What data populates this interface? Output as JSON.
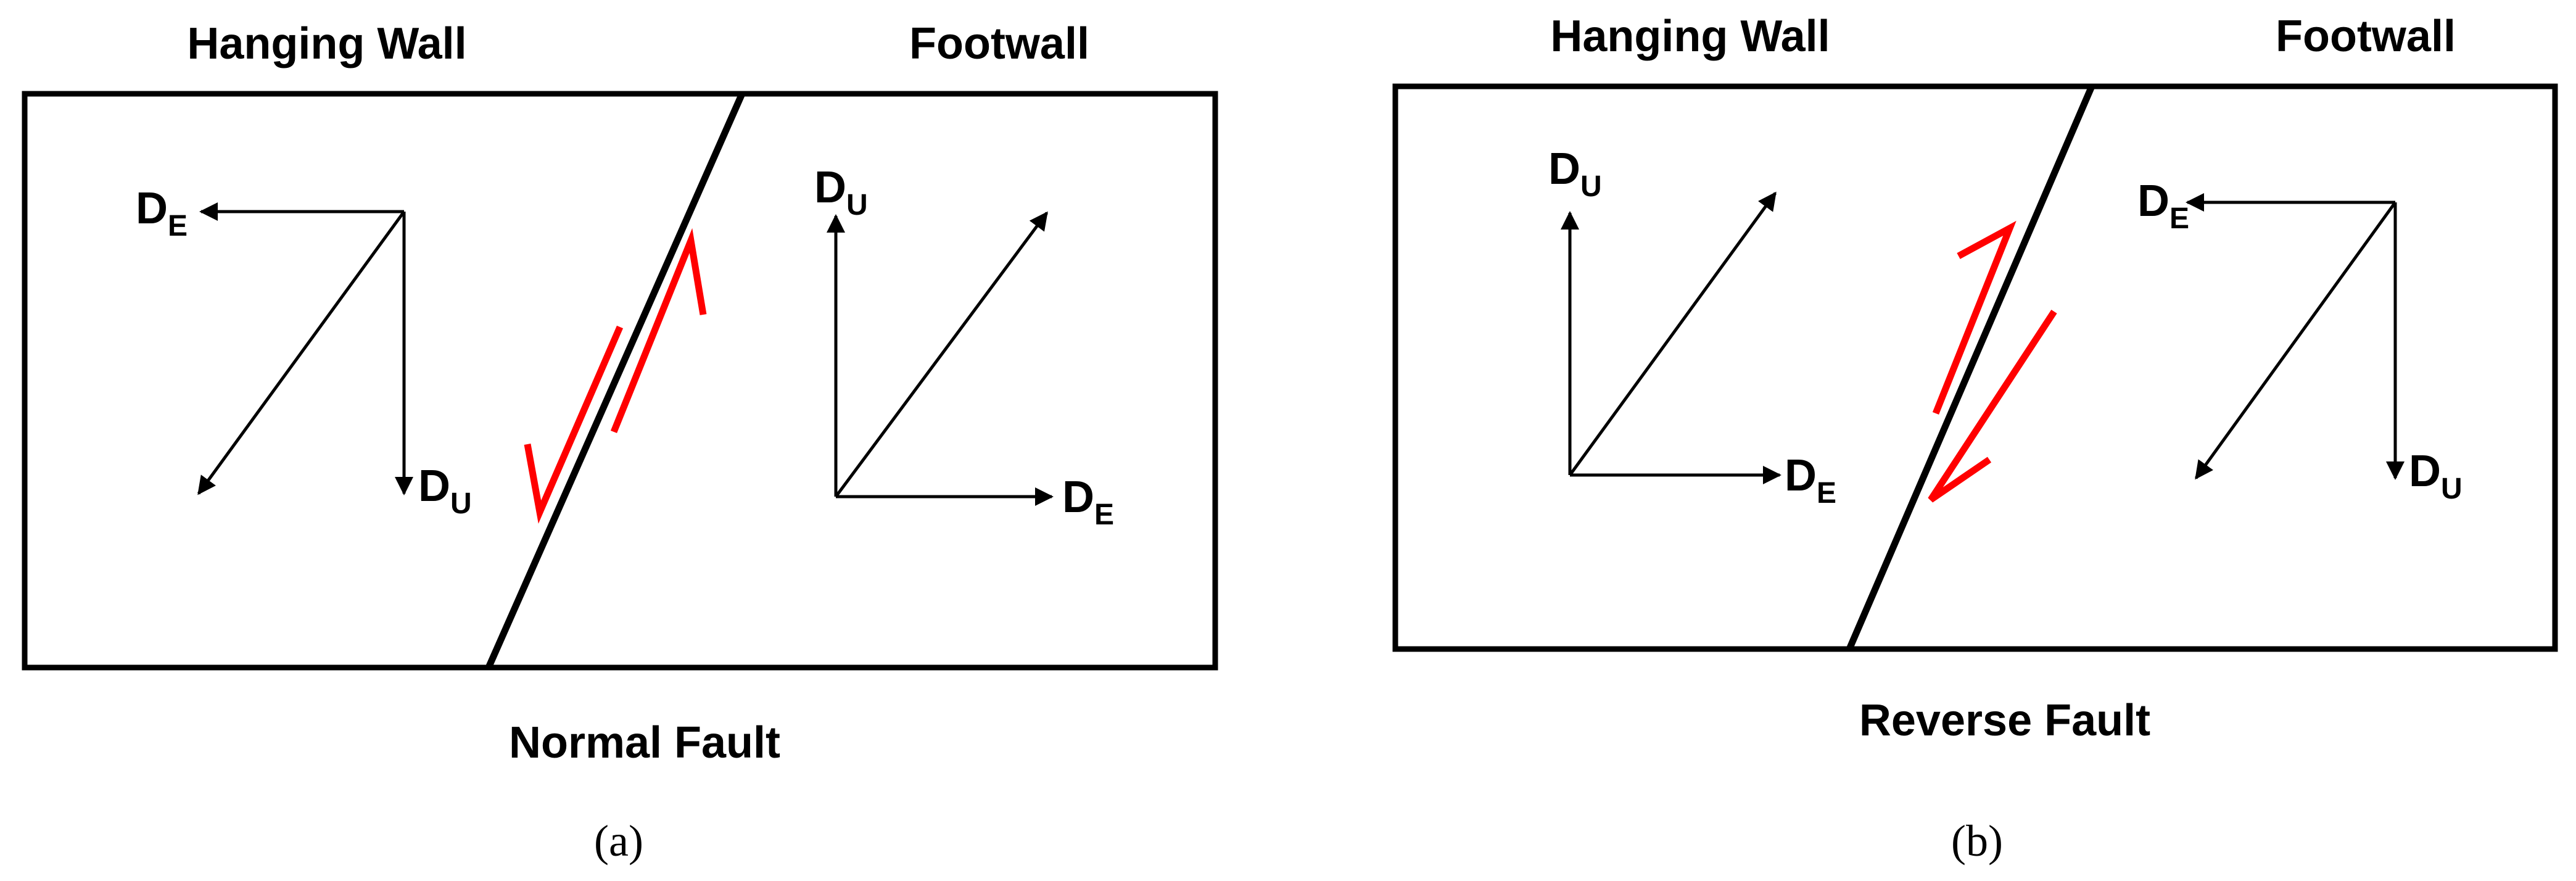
{
  "panels": [
    {
      "id": "a",
      "hanging_wall": "Hanging Wall",
      "footwall": "Footwall",
      "fault_type": "Normal Fault",
      "caption": "(a)",
      "axes": {
        "hanging_wall": {
          "horizontal": {
            "main": "D",
            "sub": "E"
          },
          "vertical": {
            "main": "D",
            "sub": "U"
          }
        },
        "footwall": {
          "horizontal": {
            "main": "D",
            "sub": "E"
          },
          "vertical": {
            "main": "D",
            "sub": "U"
          }
        }
      }
    },
    {
      "id": "b",
      "hanging_wall": "Hanging Wall",
      "footwall": "Footwall",
      "fault_type": "Reverse Fault",
      "caption": "(b)",
      "axes": {
        "hanging_wall": {
          "horizontal": {
            "main": "D",
            "sub": "E"
          },
          "vertical": {
            "main": "D",
            "sub": "U"
          }
        },
        "footwall": {
          "horizontal": {
            "main": "D",
            "sub": "E"
          },
          "vertical": {
            "main": "D",
            "sub": "U"
          }
        }
      }
    }
  ],
  "colors": {
    "line": "#000000",
    "slip_arrow": "#ff0000",
    "background": "#ffffff"
  }
}
